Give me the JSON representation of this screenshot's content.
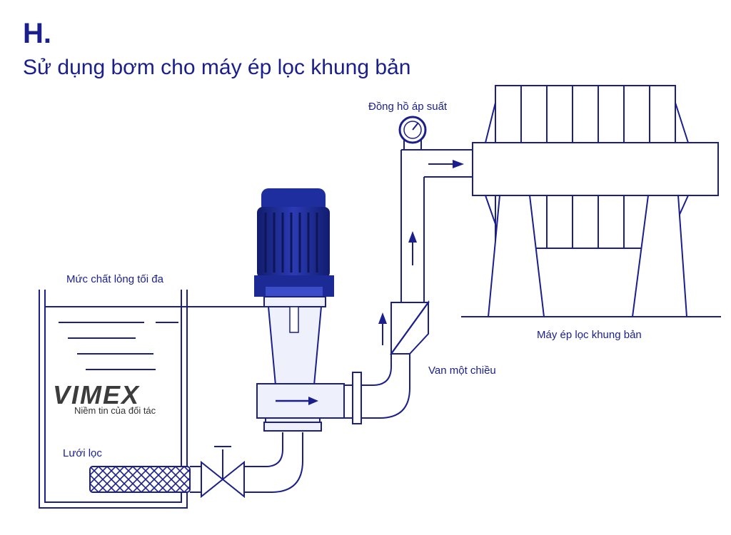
{
  "heading": {
    "letter": "H.",
    "title": "Sử dụng bơm cho máy ép lọc khung bản"
  },
  "labels": {
    "pressure_gauge": "Đồng hồ áp suất",
    "max_liquid_level": "Mức chất lỏng tối đa",
    "filter_press": "Máy ép lọc khung bản",
    "check_valve": "Van một chiều",
    "strainer": "Lưới lọc"
  },
  "watermark": {
    "brand": "VIMEX",
    "slogan": "Niềm tin của đối tác"
  },
  "colors": {
    "line": "#1a1f8c",
    "motor": "#1f2e9e",
    "motor_dark": "#121c6e",
    "pump_body": "#eef1fb"
  }
}
